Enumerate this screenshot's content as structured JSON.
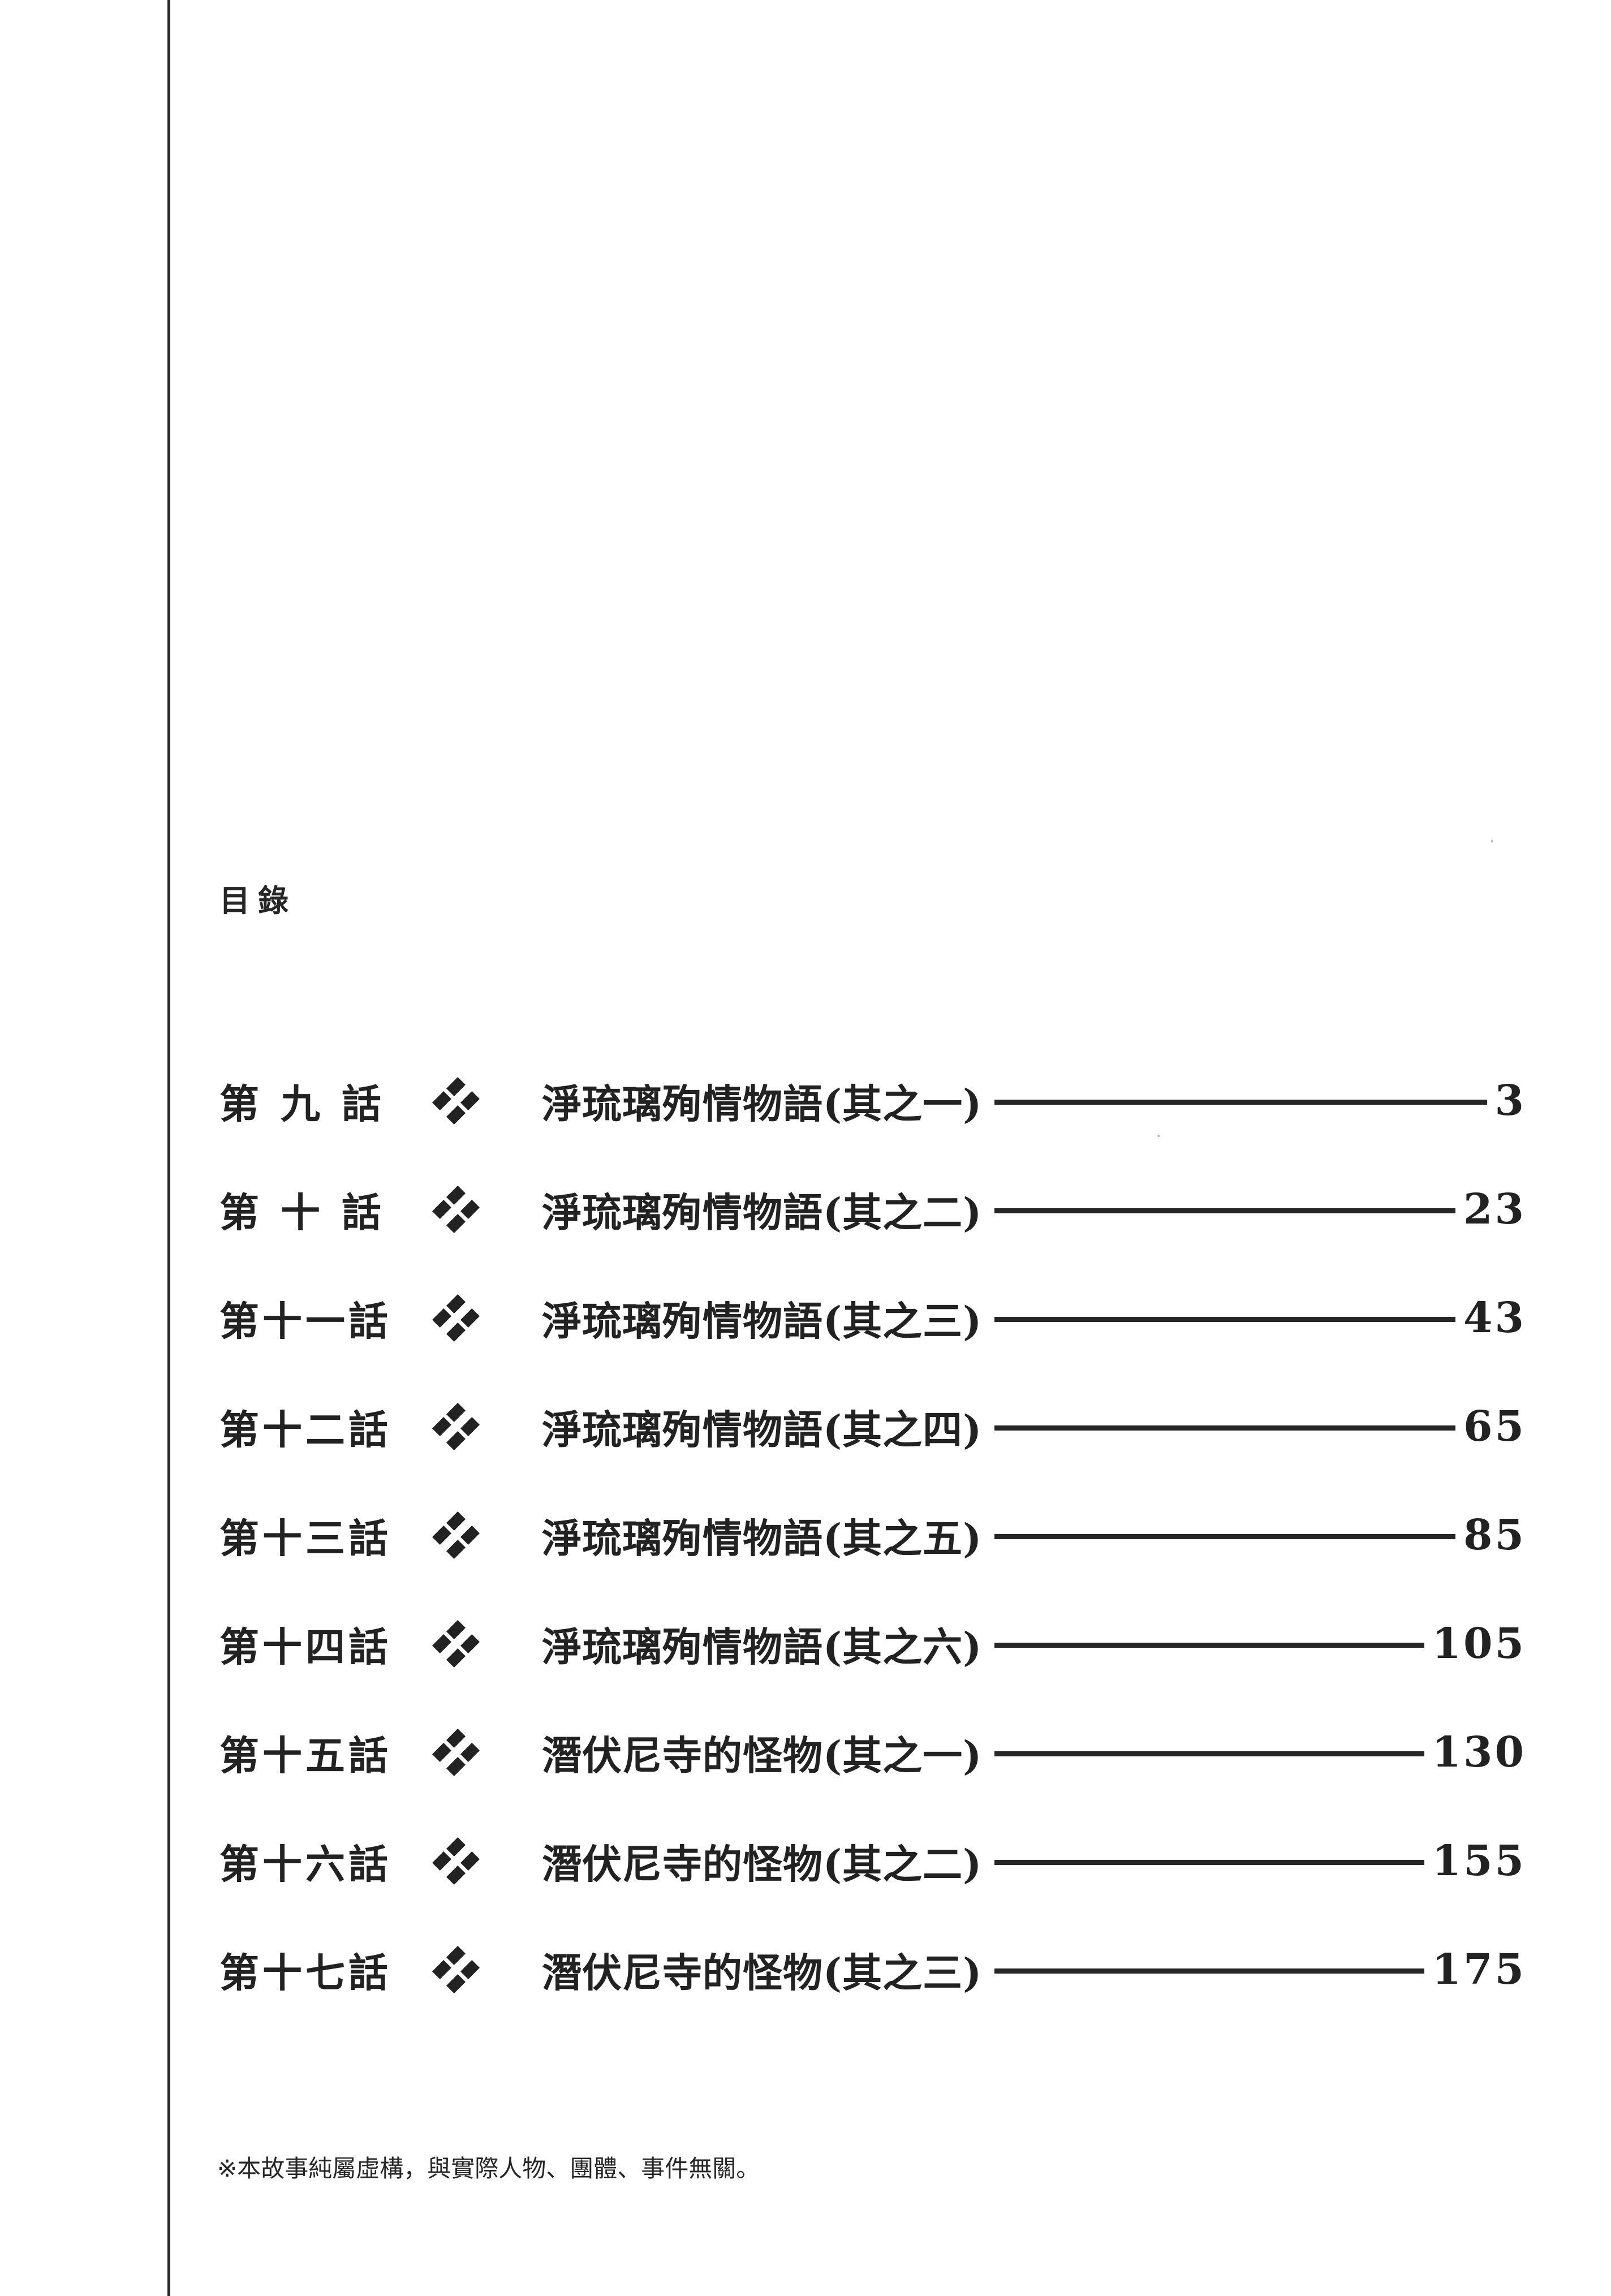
{
  "page": {
    "background": "#ffffff",
    "ink_color": "#222222"
  },
  "toc": {
    "heading": "目錄",
    "entries": [
      {
        "chapter": "第九話",
        "title": "淨琉璃殉情物語(其之一)",
        "page": "3"
      },
      {
        "chapter": "第十話",
        "title": "淨琉璃殉情物語(其之二)",
        "page": "23"
      },
      {
        "chapter": "第十一話",
        "title": "淨琉璃殉情物語(其之三)",
        "page": "43"
      },
      {
        "chapter": "第十二話",
        "title": "淨琉璃殉情物語(其之四)",
        "page": "65"
      },
      {
        "chapter": "第十三話",
        "title": "淨琉璃殉情物語(其之五)",
        "page": "85"
      },
      {
        "chapter": "第十四話",
        "title": "淨琉璃殉情物語(其之六)",
        "page": "105"
      },
      {
        "chapter": "第十五話",
        "title": "潛伏尼寺的怪物(其之一)",
        "page": "130"
      },
      {
        "chapter": "第十六話",
        "title": "潛伏尼寺的怪物(其之二)",
        "page": "155"
      },
      {
        "chapter": "第十七話",
        "title": "潛伏尼寺的怪物(其之三)",
        "page": "175"
      }
    ],
    "separator_icon": "four-diamond-ornament-icon"
  },
  "footer": {
    "disclaimer": "※本故事純屬虛構，與實際人物、團體、事件無關。"
  }
}
